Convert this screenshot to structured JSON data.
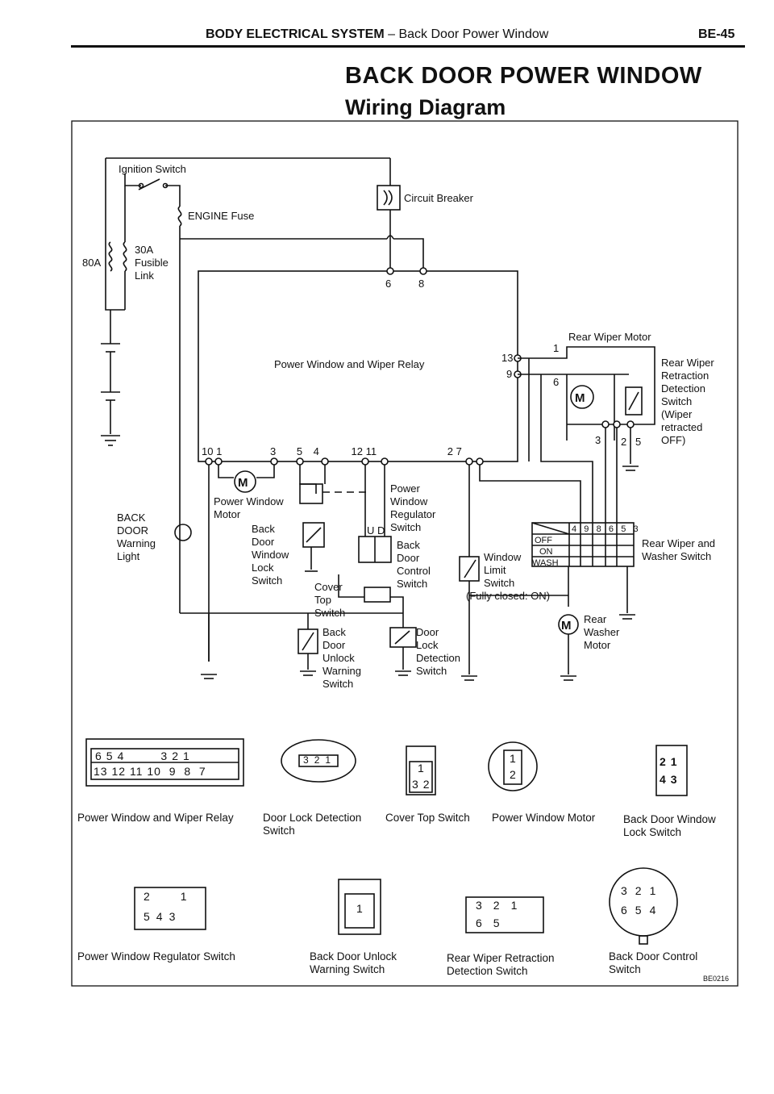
{
  "header": {
    "section": "BODY ELECTRICAL SYSTEM",
    "dash": "–",
    "subsection": "Back Door Power Window",
    "page": "BE-45"
  },
  "title": "BACK DOOR POWER WINDOW",
  "subtitle": "Wiring Diagram",
  "labels": {
    "ignition_switch": "Ignition Switch",
    "engine_fuse": "ENGINE Fuse",
    "circuit_breaker": "Circuit Breaker",
    "fusible_amp": "30A",
    "fusible_1": "Fusible",
    "fusible_2": "Link",
    "link_80a": "80A",
    "relay": "Power Window and Wiper Relay",
    "rear_wiper_motor": "Rear Wiper Motor",
    "retraction": [
      "Rear Wiper",
      "Retraction",
      "Detection",
      "Switch",
      "(Wiper",
      "retracted",
      "OFF)"
    ],
    "back_door_light": [
      "BACK",
      "DOOR",
      "Warning",
      "Light"
    ],
    "pw_motor": [
      "Power Window",
      "Motor"
    ],
    "lock_switch": [
      "Back",
      "Door",
      "Window",
      "Lock",
      "Switch"
    ],
    "regulator": [
      "Power",
      "Window",
      "Regulator",
      "Switch"
    ],
    "control": [
      "Back",
      "Door",
      "Control",
      "Switch"
    ],
    "ud": "U  D",
    "cover_top": [
      "Cover",
      "Top",
      "Switch"
    ],
    "limit": [
      "Window",
      "Limit",
      "Switch"
    ],
    "fully_closed": "(Fully closed: ON)",
    "unlock_warning": [
      "Back",
      "Door",
      "Unlock",
      "Warning",
      "Switch"
    ],
    "door_lock_det": [
      "Door",
      "Lock",
      "Detection",
      "Switch"
    ],
    "wiper_washer_switch": [
      "Rear Wiper and",
      "Washer Switch"
    ],
    "washer_motor": [
      "Rear",
      "Washer",
      "Motor"
    ],
    "switch_rows": [
      "OFF",
      "ON",
      "WASH"
    ],
    "switch_cols": [
      "4",
      "9",
      "8",
      "6",
      "5",
      "3"
    ],
    "relay_pins_1": "6",
    "relay_pins_2": "8",
    "bottom_pins": [
      "10",
      "1",
      "3",
      "5",
      "4",
      "12",
      "11",
      "2",
      "7"
    ],
    "motor_pins": [
      "13",
      "9",
      "1",
      "6",
      "3",
      "2",
      "5"
    ],
    "code": "BE0216"
  },
  "connectors": {
    "relay": {
      "caption": [
        "Power Window and Wiper Relay"
      ],
      "top": [
        "6",
        "5",
        "4",
        "3",
        "2",
        "1"
      ],
      "bottom": [
        "13",
        "12",
        "11",
        "10",
        "9",
        "8",
        "7"
      ]
    },
    "door_lock": {
      "caption": [
        "Door Lock Detection",
        "Switch"
      ],
      "pins": [
        "3",
        "2",
        "1"
      ]
    },
    "cover_top": {
      "caption": [
        "Cover Top Switch"
      ],
      "pins": [
        "1",
        "3",
        "2"
      ]
    },
    "pw_motor": {
      "caption": [
        "Power Window Motor"
      ],
      "pins": [
        "1",
        "2"
      ]
    },
    "lock_sw": {
      "caption": [
        "Back Door Window",
        "Lock Switch"
      ],
      "pins": [
        "2",
        "1",
        "4",
        "3"
      ]
    },
    "regulator": {
      "caption": [
        "Power Window Regulator Switch"
      ],
      "pins": [
        "2",
        "1",
        "5",
        "4",
        "3"
      ]
    },
    "unlock": {
      "caption": [
        "Back Door Unlock",
        "Warning Switch"
      ],
      "pins": [
        "1"
      ]
    },
    "retraction": {
      "caption": [
        "Rear Wiper Retraction",
        "Detection Switch"
      ],
      "pins": [
        "3",
        "2",
        "1",
        "6",
        "5"
      ]
    },
    "control": {
      "caption": [
        "Back Door Control",
        "Switch"
      ],
      "pins": [
        "3",
        "2",
        "1",
        "6",
        "5",
        "4"
      ]
    }
  }
}
